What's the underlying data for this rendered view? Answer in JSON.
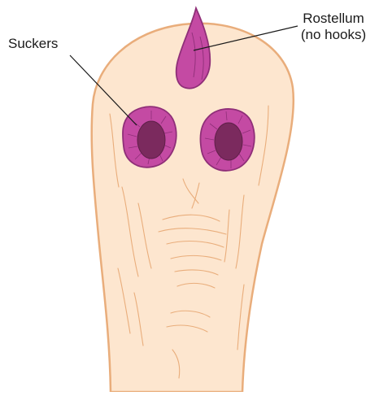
{
  "labels": {
    "suckers": "Suckers",
    "rostellum_line1": "Rostellum",
    "rostellum_line2": "(no hooks)"
  },
  "colors": {
    "body_fill": "#fde6cf",
    "body_outline": "#e9ad7b",
    "sucker_fill": "#c44aa3",
    "sucker_inner": "#7b2a5e",
    "sucker_outline": "#8f2f78",
    "leader_line": "#1a1a1a"
  }
}
